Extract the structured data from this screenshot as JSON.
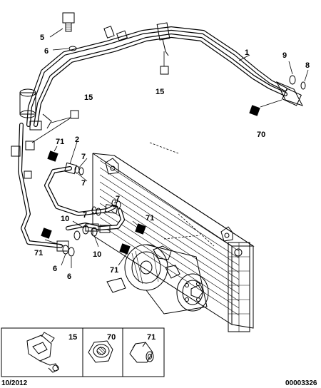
{
  "callouts": {
    "c1": "1",
    "c2": "2",
    "c5": "5",
    "c6a": "6",
    "c6b": "6",
    "c6c": "6",
    "c7a": "7",
    "c7b": "7",
    "c7c": "7",
    "c7d": "7",
    "c8": "8",
    "c9": "9",
    "c10a": "10",
    "c10b": "10",
    "c15a": "15",
    "c15b": "15",
    "c70": "70",
    "c71a": "71",
    "c71b": "71",
    "c71c": "71",
    "c71d": "71"
  },
  "legend": {
    "item15": "15",
    "item70": "70",
    "item71": "71"
  },
  "footer": {
    "date": "10/2012",
    "ref": "00003326"
  },
  "icons": {
    "open_square": "white square marker",
    "filled_square": "black square marker"
  }
}
